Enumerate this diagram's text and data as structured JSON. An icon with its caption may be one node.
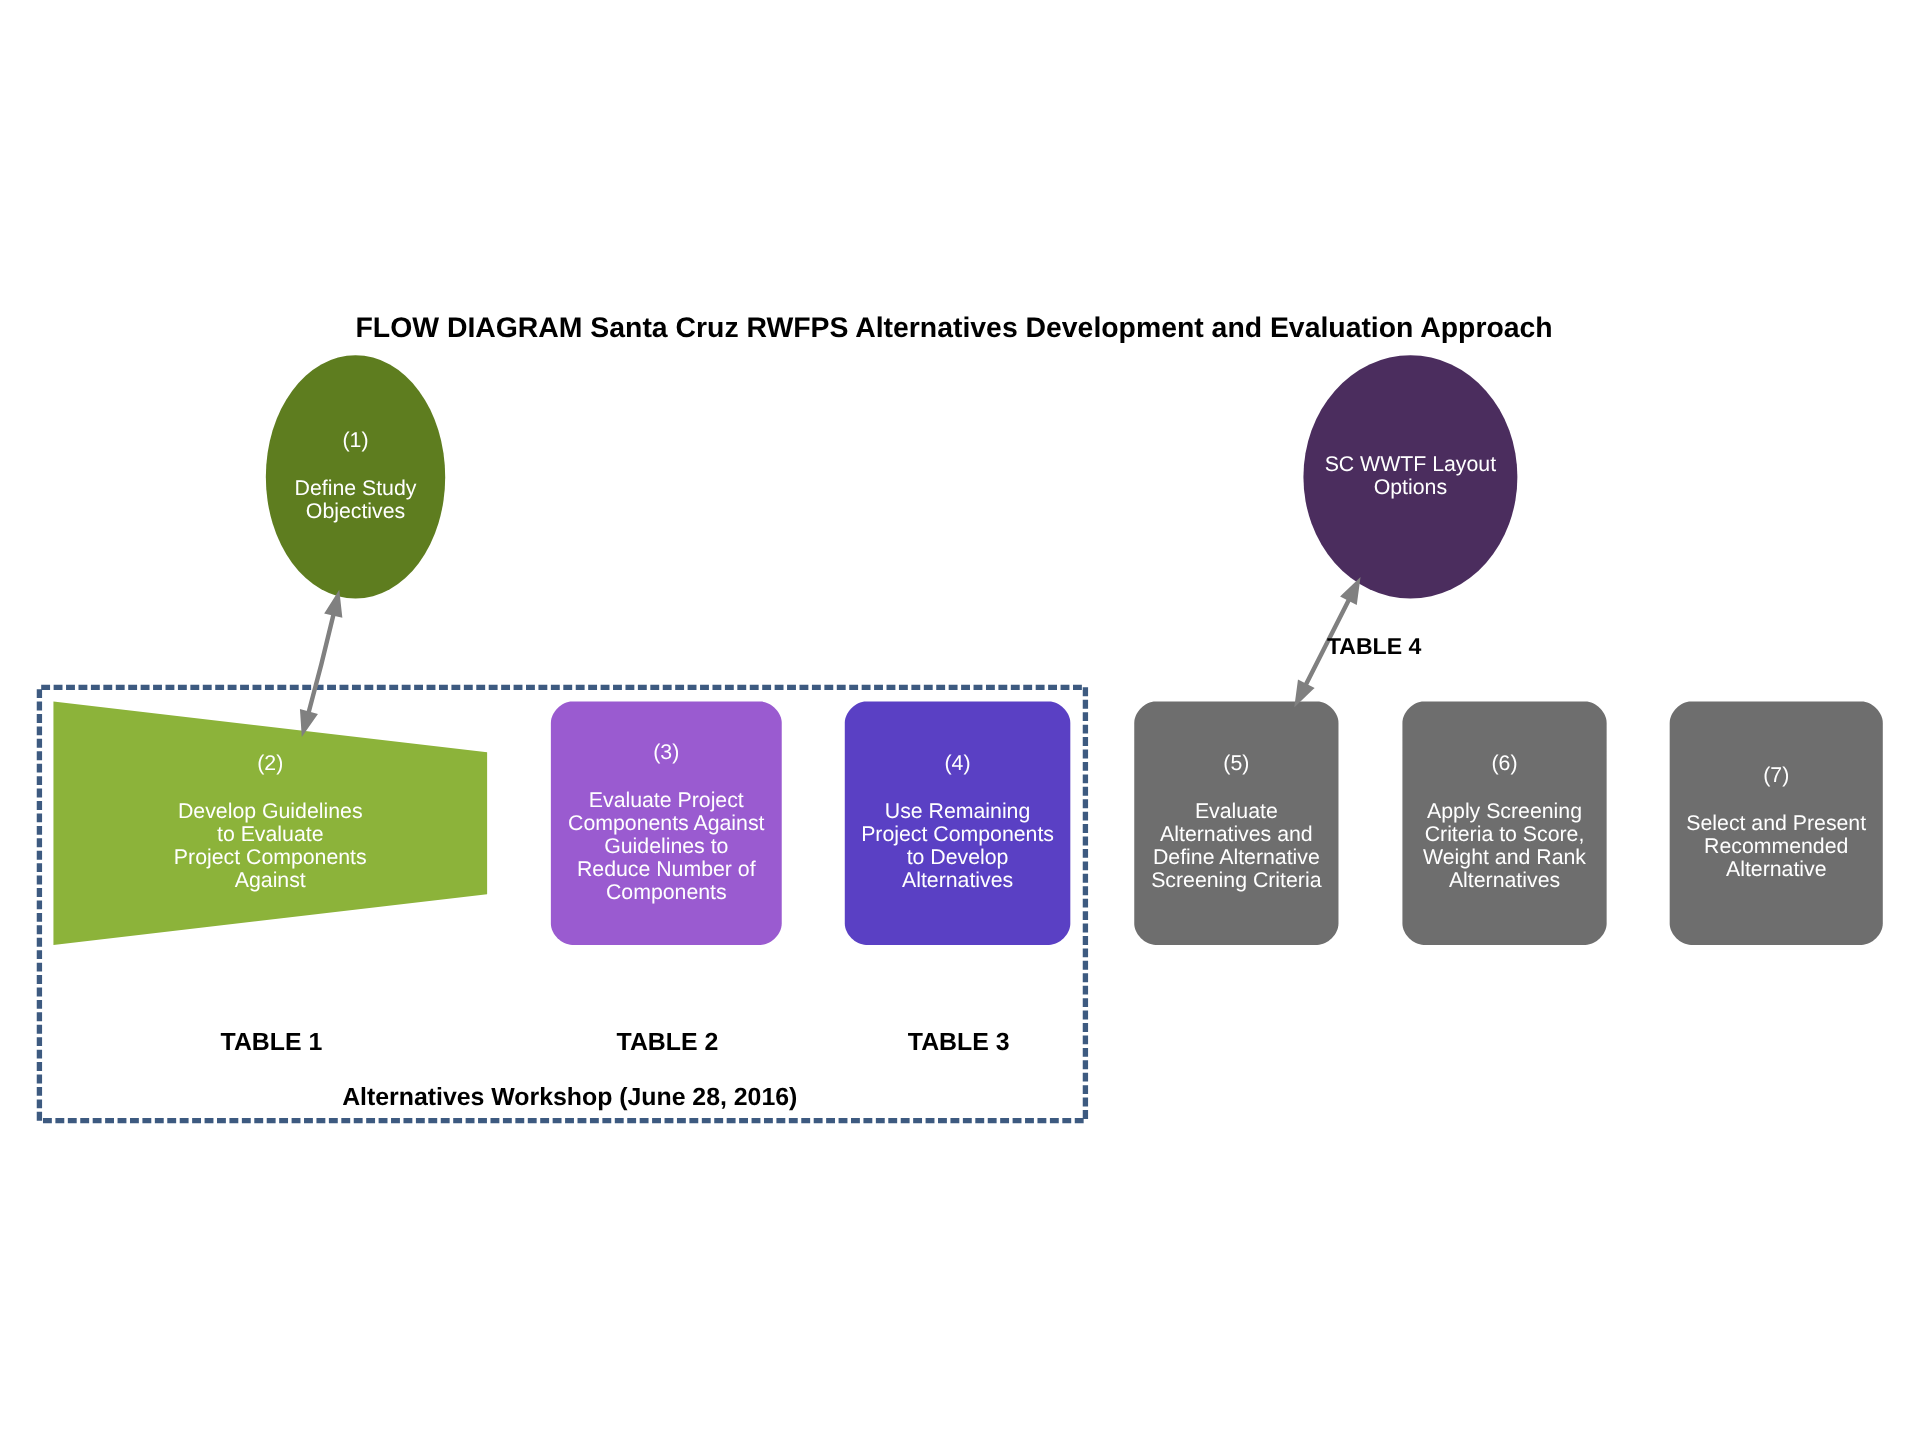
{
  "diagram": {
    "title": "FLOW DIAGRAM Santa Cruz RWFPS Alternatives Development and Evaluation Approach",
    "nodes": [
      {
        "text": [
          "(1)",
          "Define Study Objectives"
        ]
      },
      {
        "text": [
          "SC WWTF Layout Options"
        ]
      },
      {
        "text": [
          "Alternatives Workshop (June 28, 2016)"
        ]
      },
      {
        "text": [
          "(2)",
          "Develop Guidelines to Evaluate Project Components Against"
        ],
        "in": 2,
        "beside": [
          "TABLE 1"
        ]
      },
      {
        "text": [
          "(3)",
          "Evaluate Project Components Against Guidelines to Reduce Number of Components"
        ],
        "in": 2,
        "beside": [
          "TABLE 2"
        ]
      },
      {
        "text": [
          "(4)",
          "Use Remaining Project Components to Develop Alternatives"
        ],
        "in": 2,
        "beside": [
          "TABLE 3"
        ]
      },
      {
        "text": [
          "(5)",
          "Evaluate Alternatives and Define Alternative Screening Criteria"
        ]
      },
      {
        "text": [
          "(6)",
          "Apply Screening Criteria to Score, Weight and Rank Alternatives"
        ]
      },
      {
        "text": [
          "(7)",
          "Select and Present Recommended Alternative"
        ]
      }
    ],
    "edges": [
      {
        "from": 0,
        "to": 3,
        "arrow": "both"
      },
      {
        "from": 1,
        "to": 6,
        "arrow": "both",
        "label": "TABLE 4"
      }
    ]
  }
}
